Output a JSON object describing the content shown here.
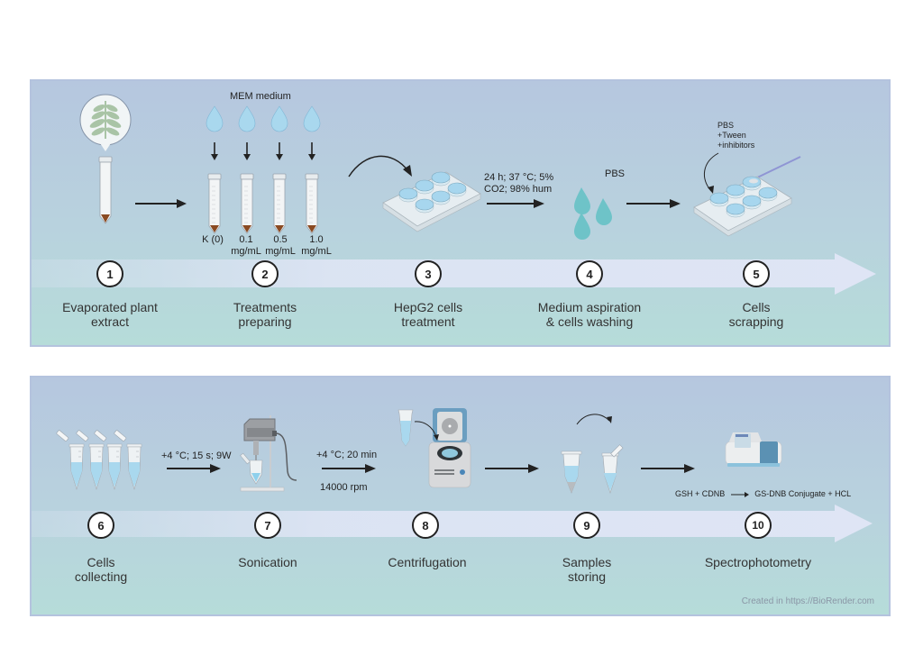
{
  "panels": [
    {
      "steps": [
        {
          "number": "1",
          "label_line1": "Evaporated plant",
          "label_line2": "extract",
          "icon": "plant-extract-tube"
        },
        {
          "number": "2",
          "label_line1": "Treatments",
          "label_line2": "preparing",
          "icon": "falcon-tubes"
        },
        {
          "number": "3",
          "label_line1": "HepG2 cells",
          "label_line2": "treatment",
          "icon": "six-well-plate"
        },
        {
          "number": "4",
          "label_line1": "Medium aspiration",
          "label_line2": "& cells washing",
          "icon": "pbs-droplets"
        },
        {
          "number": "5",
          "label_line1": "Cells",
          "label_line2": "scrapping",
          "icon": "well-plate-scraper"
        }
      ],
      "annotations": {
        "medium": "MEM medium",
        "concentrations": [
          {
            "line1": "K (0)",
            "line2": ""
          },
          {
            "line1": "0.1",
            "line2": "mg/mL"
          },
          {
            "line1": "0.5",
            "line2": "mg/mL"
          },
          {
            "line1": "1.0",
            "line2": "mg/mL"
          }
        ],
        "incubation_line1": "24 h; 37 °C; 5%",
        "incubation_line2": "CO2; 98% hum",
        "wash": "PBS",
        "scrape_line1": "PBS",
        "scrape_line2": "+Tween",
        "scrape_line3": "+inhibitors"
      }
    },
    {
      "steps": [
        {
          "number": "6",
          "label_line1": "Cells",
          "label_line2": "collecting",
          "icon": "eppendorf-tubes"
        },
        {
          "number": "7",
          "label_line1": "Sonication",
          "label_line2": "",
          "icon": "sonicator"
        },
        {
          "number": "8",
          "label_line1": "Centrifugation",
          "label_line2": "",
          "icon": "centrifuge"
        },
        {
          "number": "9",
          "label_line1": "Samples",
          "label_line2": "storing",
          "icon": "sample-tubes"
        },
        {
          "number": "10",
          "label_line1": "Spectrophotometry",
          "label_line2": "",
          "icon": "spectrophotometer"
        }
      ],
      "annotations": {
        "sonication": "+4 °C; 15 s; 9W",
        "centrifuge_line1": "+4 °C; 20 min",
        "centrifuge_line2": "14000 rpm",
        "reaction_left": "GSH + CDNB",
        "reaction_right": "GS-DNB Conjugate + HCL"
      },
      "credit": "Created in  https://BioRender.com"
    }
  ],
  "colors": {
    "panel_top": "#b6c7df",
    "panel_bottom": "#b6dcd9",
    "panel_border": "#b4c3de",
    "band": "#dfe5f5",
    "droplet_medium": "#a9d8ee",
    "droplet_pbs": "#6ec3c8",
    "pellet": "#8a4a22"
  }
}
